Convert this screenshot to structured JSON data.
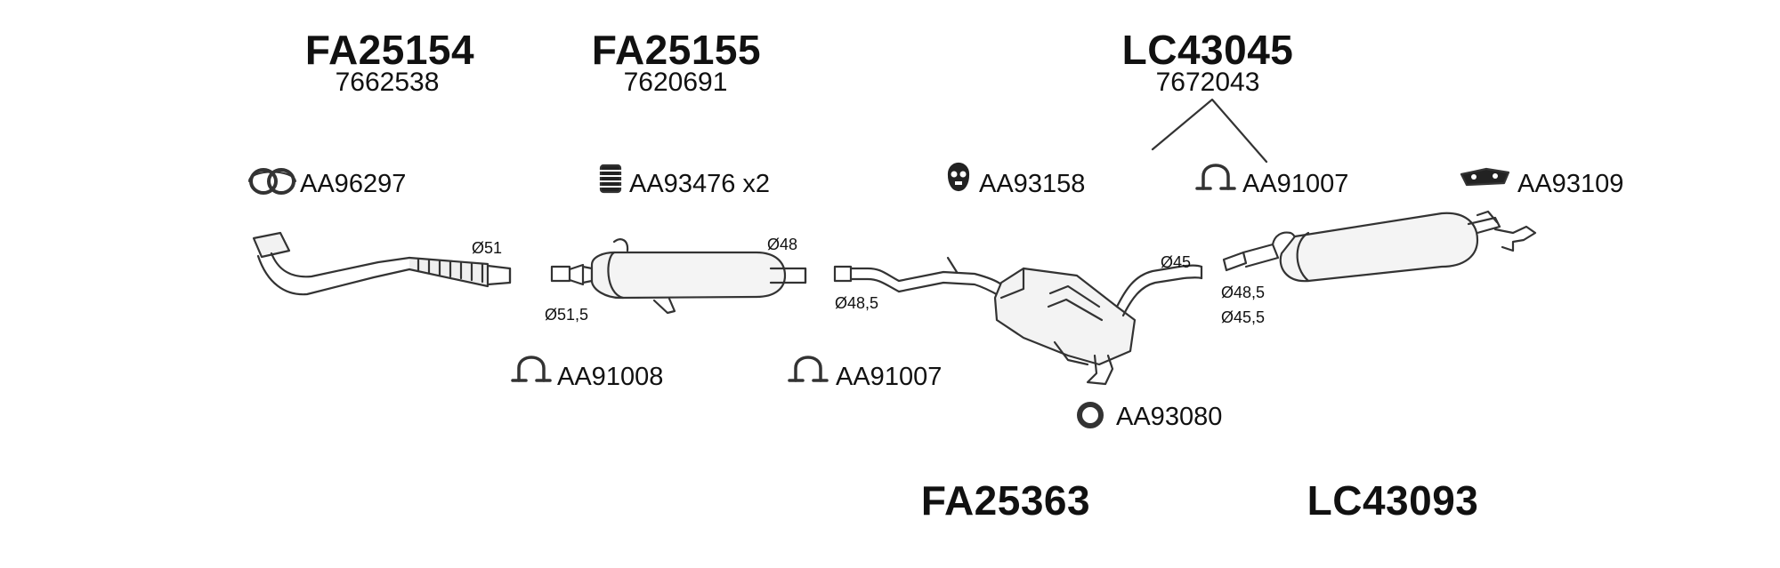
{
  "part_numbers": {
    "fa25154": "FA25154",
    "fa25155": "FA25155",
    "lc43045": "LC43045",
    "fa25363": "FA25363",
    "lc43093": "LC43093"
  },
  "oe_numbers": {
    "fa25154": "7662538",
    "fa25155": "7620691",
    "lc43045": "7672043"
  },
  "accessories": {
    "aa96297": "AA96297",
    "aa93476": "AA93476 x2",
    "aa93158": "AA93158",
    "aa91007_top": "AA91007",
    "aa93109": "AA93109",
    "aa91008": "AA91008",
    "aa91007_bottom": "AA91007",
    "aa93080": "AA93080"
  },
  "dimensions": {
    "d51": "Ø51",
    "d51_5": "Ø51,5",
    "d48": "Ø48",
    "d48_5_mid": "Ø48,5",
    "d45": "Ø45",
    "d48_5_rear": "Ø48,5",
    "d45_5": "Ø45,5"
  },
  "colors": {
    "line": "#333333",
    "fill": "#f4f4f4",
    "text": "#111111"
  }
}
